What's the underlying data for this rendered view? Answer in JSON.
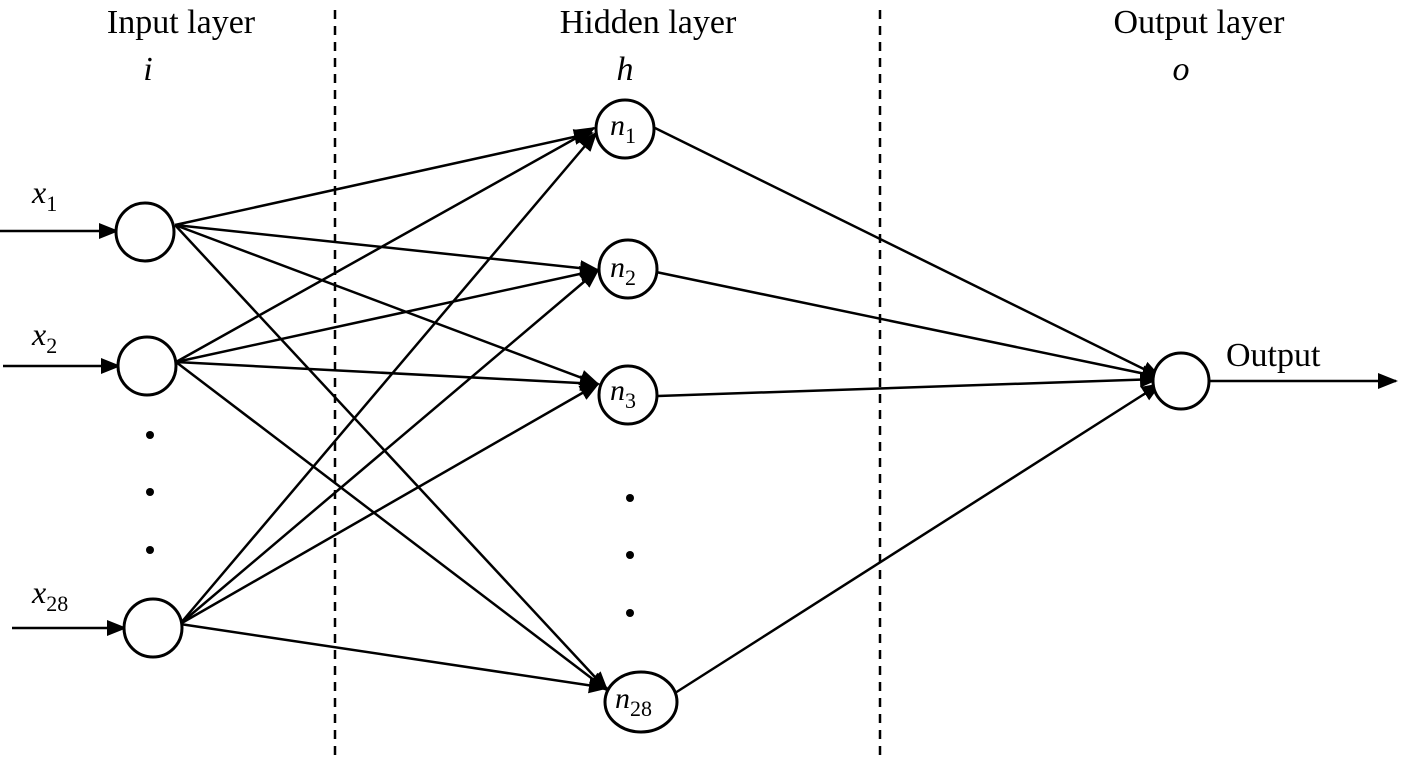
{
  "layers": {
    "input": {
      "title": "Input layer",
      "symbol": "i"
    },
    "hidden": {
      "title": "Hidden layer",
      "symbol": "h"
    },
    "output": {
      "title": "Output layer",
      "symbol": "o"
    }
  },
  "inputs": [
    {
      "base": "x",
      "sub": "1"
    },
    {
      "base": "x",
      "sub": "2"
    },
    {
      "base": "x",
      "sub": "28"
    }
  ],
  "hidden_nodes": [
    {
      "base": "n",
      "sub": "1"
    },
    {
      "base": "n",
      "sub": "2"
    },
    {
      "base": "n",
      "sub": "3"
    },
    {
      "base": "n",
      "sub": "28"
    }
  ],
  "output": {
    "label": "Output"
  }
}
